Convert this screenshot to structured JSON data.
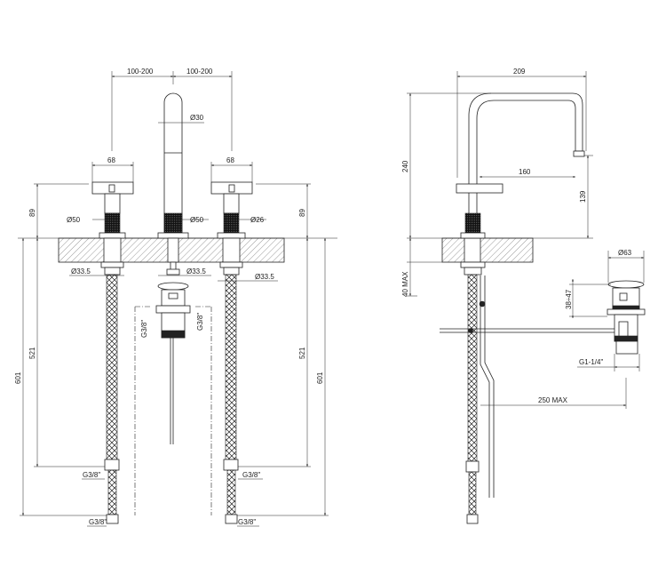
{
  "drawing": {
    "front_view": {
      "spacing_left": "100-200",
      "spacing_right": "100-200",
      "spout_diameter": "Ø30",
      "handle_width_left": "68",
      "handle_width_right": "68",
      "handle_height_left": "89",
      "handle_height_right": "89",
      "left_base_diameter": "Ø50",
      "spout_base_diameter": "Ø50",
      "right_base_diameter": "Ø26",
      "left_shank_diameter": "Ø33.5",
      "spout_shank_diameter": "Ø33.5",
      "right_shank_diameter": "Ø33.5",
      "drain_thread_left": "G3/8\"",
      "drain_thread_right": "G3/8\"",
      "left_hose_short": "521",
      "left_hose_long": "601",
      "right_hose_short": "521",
      "right_hose_long": "601",
      "left_fitting_upper": "G3/8\"",
      "left_fitting_lower": "G3/8\"",
      "right_fitting_upper": "G3/8\"",
      "right_fitting_lower": "G3/8\""
    },
    "side_view": {
      "spout_reach": "209",
      "spout_height": "240",
      "lever_reach": "160",
      "outlet_height": "139",
      "deck_thickness": "40 MAX",
      "drain_diameter": "Ø63",
      "drain_adjust": "38÷47",
      "drain_thread": "G1-1/4\"",
      "rod_length": "250 MAX"
    }
  }
}
